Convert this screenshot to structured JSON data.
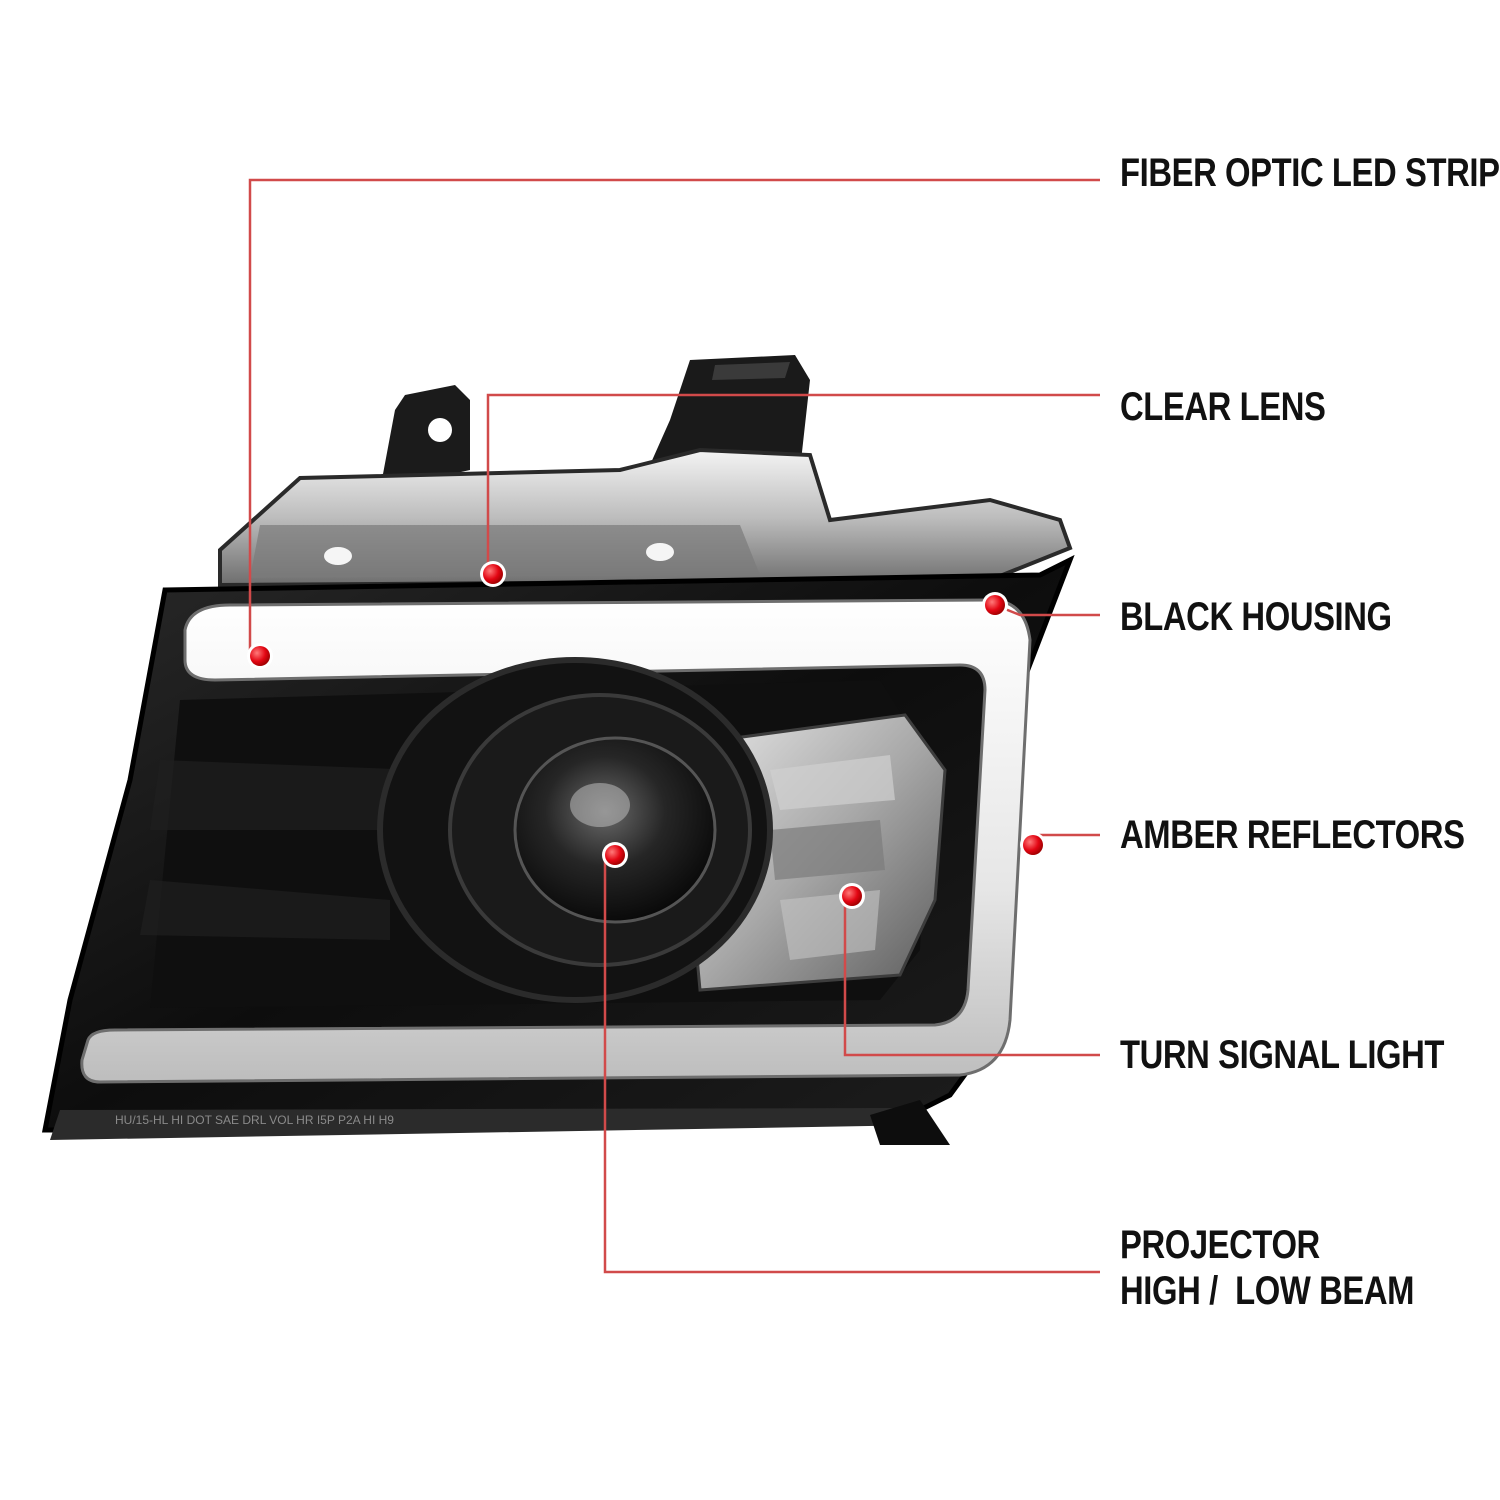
{
  "colors": {
    "background": "#ffffff",
    "leader_line": "#d14a4a",
    "marker_dot": "#e30613",
    "label_text": "#111111",
    "housing_black": "#141414",
    "led_strip": "#f2f2f2",
    "clear_lens": "#d9d9d9"
  },
  "image": {
    "subject": "headlight-assembly",
    "label_lines_on_part": "HU/15-HL HI DOT SAE DRL VOL HR I5P P2A HI H9"
  },
  "callouts": [
    {
      "id": "fiber-optic-led-strip",
      "lines": [
        "FIBER OPTIC LED STRIP"
      ]
    },
    {
      "id": "clear-lens",
      "lines": [
        "CLEAR LENS"
      ]
    },
    {
      "id": "black-housing",
      "lines": [
        "BLACK HOUSING"
      ]
    },
    {
      "id": "amber-reflectors",
      "lines": [
        "AMBER REFLECTORS"
      ]
    },
    {
      "id": "turn-signal-light",
      "lines": [
        "TURN SIGNAL LIGHT"
      ]
    },
    {
      "id": "projector-beam",
      "lines": [
        "PROJECTOR",
        "HIGH /  LOW BEAM"
      ]
    }
  ]
}
